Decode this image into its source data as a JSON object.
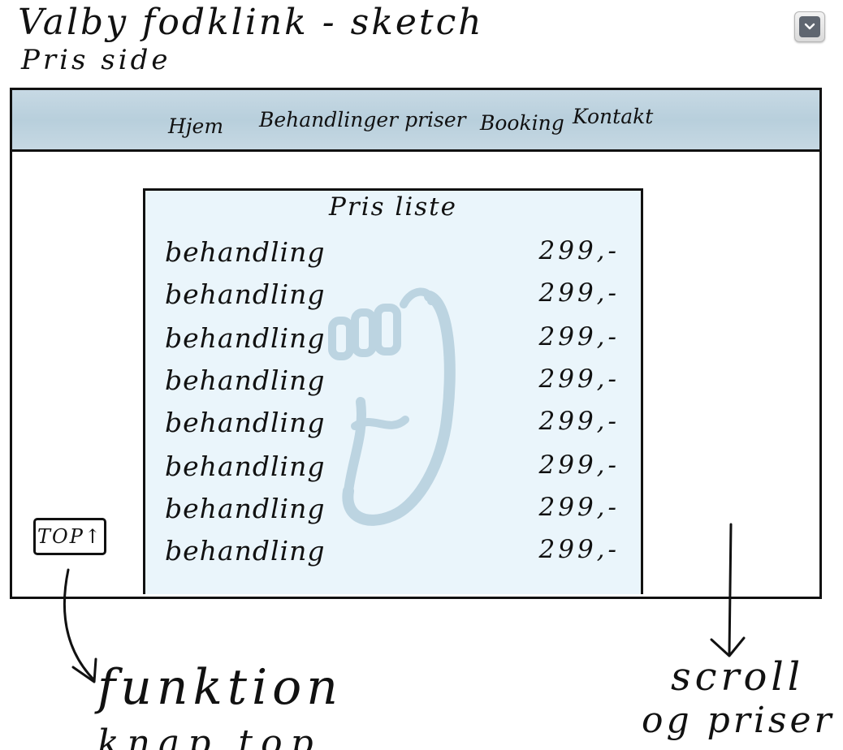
{
  "sketch": {
    "title": "Valby fodklink - sketch",
    "subtitle": "Pris side"
  },
  "nav": {
    "items": [
      {
        "label": "Hjem"
      },
      {
        "label": "Behandlinger priser"
      },
      {
        "label": "Booking"
      },
      {
        "label": "Kontakt"
      }
    ]
  },
  "pricelist": {
    "title": "Pris liste",
    "rows": [
      {
        "name": "behandling",
        "price": "299,-"
      },
      {
        "name": "behandling",
        "price": "299,-"
      },
      {
        "name": "behandling",
        "price": "299,-"
      },
      {
        "name": "behandling",
        "price": "299,-"
      },
      {
        "name": "behandling",
        "price": "299,-"
      },
      {
        "name": "behandling",
        "price": "299,-"
      },
      {
        "name": "behandling",
        "price": "299,-"
      },
      {
        "name": "behandling",
        "price": "299,-"
      }
    ]
  },
  "top_button": {
    "label": "TOP↑"
  },
  "annotations": {
    "funktion": "funktion",
    "funktion_cont": "knap top",
    "scroll": "scroll",
    "priser": "og priser"
  },
  "colors": {
    "navbar": "#bcd2df",
    "pricelist_bg": "#eaf5fb",
    "watermark": "#bcd4e1",
    "ink": "#111111"
  },
  "icons": {
    "menu_toggle": "chevron-down-icon",
    "watermark": "foot-icon"
  }
}
